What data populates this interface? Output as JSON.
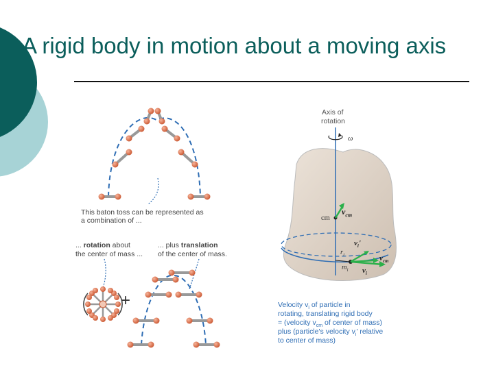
{
  "slide": {
    "title": "A rigid body in motion about a moving axis"
  },
  "baton": {
    "caption_line1": "This baton toss can be represented as",
    "caption_line2": "a combination of ...",
    "rotation_line1_prefix": "... ",
    "rotation_line1_bold": "rotation",
    "rotation_line1_suffix": " about",
    "rotation_line2": "the center of mass ...",
    "translation_line1_prefix": "... plus ",
    "translation_line1_bold": "translation",
    "translation_line2": "of the center of mass.",
    "plus_sign": "+"
  },
  "body": {
    "axis_label_line1": "Axis of",
    "axis_label_line2": "rotation",
    "omega": "ω",
    "cm_label": "cm",
    "v_cm_label": "v",
    "v_cm_sub": "cm",
    "v_i_prime": "v",
    "v_i_prime_sub": "i",
    "r_i": "r",
    "r_i_sub": "i",
    "m_i": "m",
    "m_i_sub": "i",
    "v_cm2": "v",
    "v_cm2_sub": "cm",
    "v_i": "v",
    "v_i_sub": "i",
    "caption_line1": "Velocity v",
    "caption_line1_sub": "i",
    "caption_line1_rest": " of particle in",
    "caption_line2": "rotating, translating rigid body",
    "caption_line3": "= (velocity v",
    "caption_line3_sub": "cm",
    "caption_line3_rest": " of center of mass)",
    "caption_line4": "plus (particle's velocity v",
    "caption_line4_sub": "i",
    "caption_line4_rest": "' relative",
    "caption_line5": "to center of mass)"
  },
  "colors": {
    "teal_dark": "#0b5e5b",
    "teal_light": "#a7d3d6",
    "arc_blue": "#2e6db4",
    "ball": "#e07a55",
    "body_fill": "#e8ddd2",
    "vector_green": "#2bb04a"
  }
}
